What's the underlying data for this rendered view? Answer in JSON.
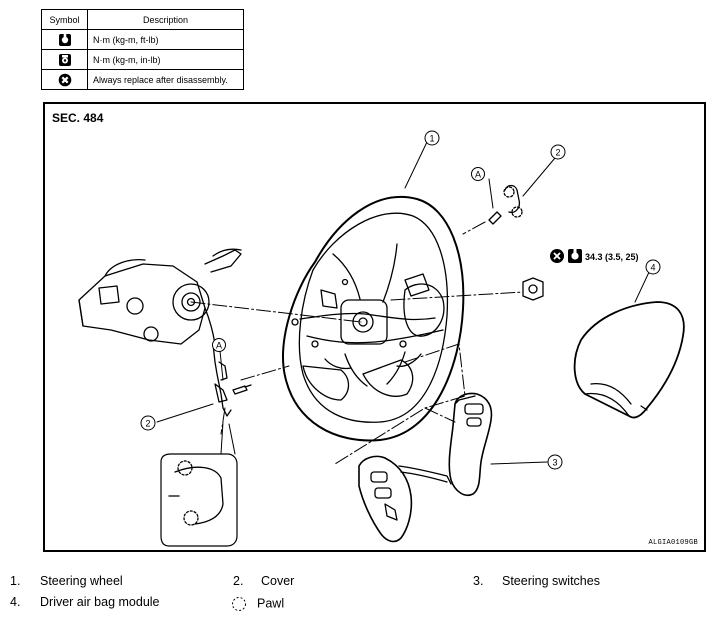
{
  "legend": {
    "header_symbol": "Symbol",
    "header_description": "Description",
    "rows": [
      {
        "icon": "torque-wrench-icon",
        "text": "N·m (kg-m, ft-lb)"
      },
      {
        "icon": "torque-wrench-small-icon",
        "text": "N·m (kg-m, in-lb)"
      },
      {
        "icon": "always-replace-icon",
        "text": "Always replace after disassembly."
      }
    ]
  },
  "figure": {
    "section": "SEC. 484",
    "code": "ALGIA0109GB",
    "torque_spec": "34.3 (3.5, 25)",
    "callouts": [
      "1",
      "2",
      "3",
      "4",
      "2"
    ],
    "letter_callouts": [
      "A",
      "A"
    ]
  },
  "parts": [
    {
      "num": "1.",
      "name": "Steering wheel"
    },
    {
      "num": "2.",
      "name": "Cover"
    },
    {
      "num": "3.",
      "name": "Steering switches"
    },
    {
      "num": "4.",
      "name": "Driver air bag module"
    },
    {
      "num": "",
      "name": "Pawl",
      "icon": "pawl-icon"
    }
  ]
}
